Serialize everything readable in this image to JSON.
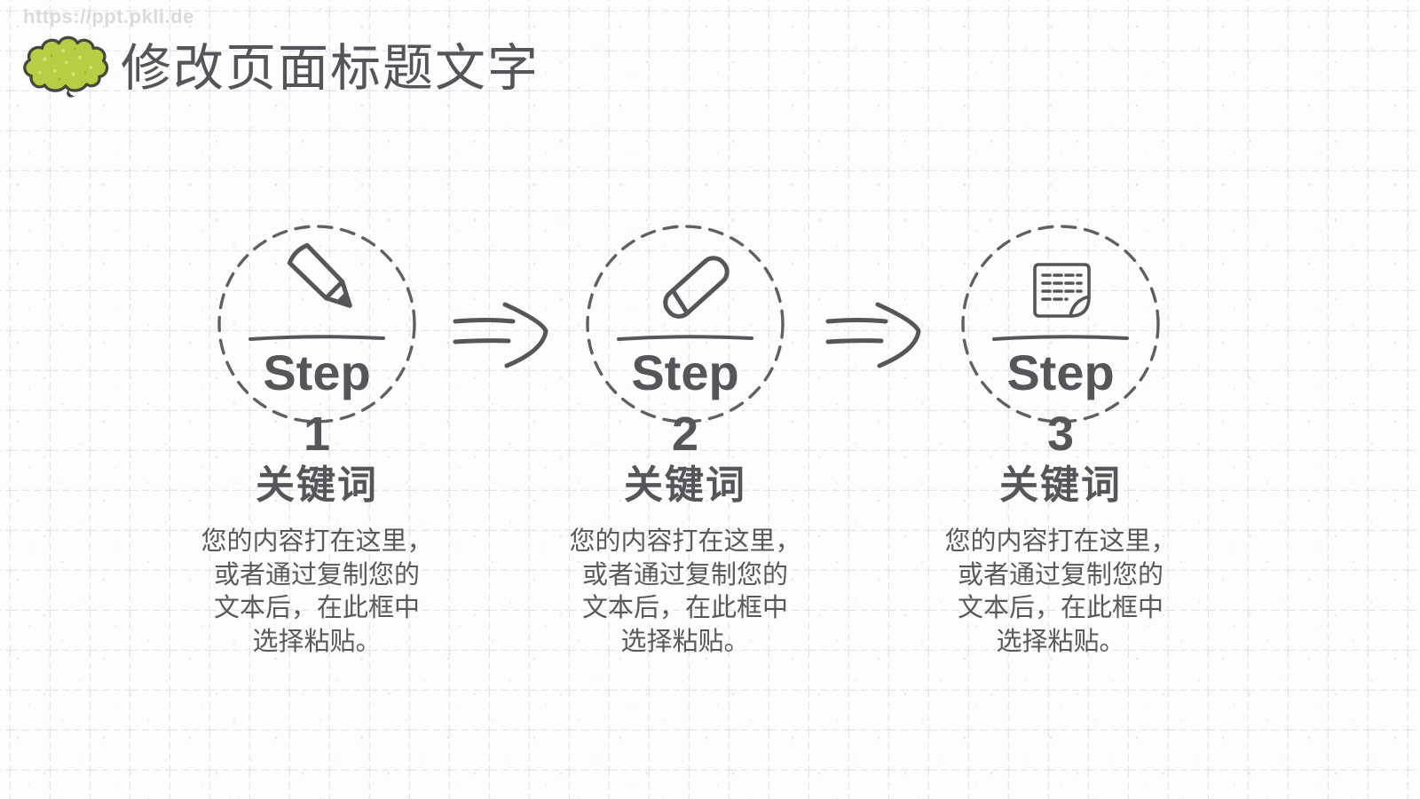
{
  "slide": {
    "watermark": "https://ppt.pkll.de",
    "title": "修改页面标题文字",
    "title_icon": "green-cloud-doodle-icon"
  },
  "colors": {
    "ink": "#57585b",
    "text_heading": "#55565a",
    "green_fill": "#b6cd44",
    "green_outline": "#46473f",
    "grid_line": "#e5e5eb",
    "watermark": "#dbdbdb",
    "background": "#fdfdfe"
  },
  "steps": [
    {
      "icon": "pencil-icon",
      "step_label": "Step",
      "step_number": "1",
      "keyword": "关键词",
      "body": "您的内容打在这里，\n或者通过复制您的\n文本后，在此框中\n选择粘贴。"
    },
    {
      "icon": "eraser-icon",
      "step_label": "Step",
      "step_number": "2",
      "keyword": "关键词",
      "body": "您的内容打在这里，\n或者通过复制您的\n文本后，在此框中\n选择粘贴。"
    },
    {
      "icon": "sticky-note-icon",
      "step_label": "Step",
      "step_number": "3",
      "keyword": "关键词",
      "body": "您的内容打在这里，\n或者通过复制您的\n文本后，在此框中\n选择粘贴。"
    }
  ],
  "connectors": [
    "arrow-right",
    "arrow-right"
  ]
}
